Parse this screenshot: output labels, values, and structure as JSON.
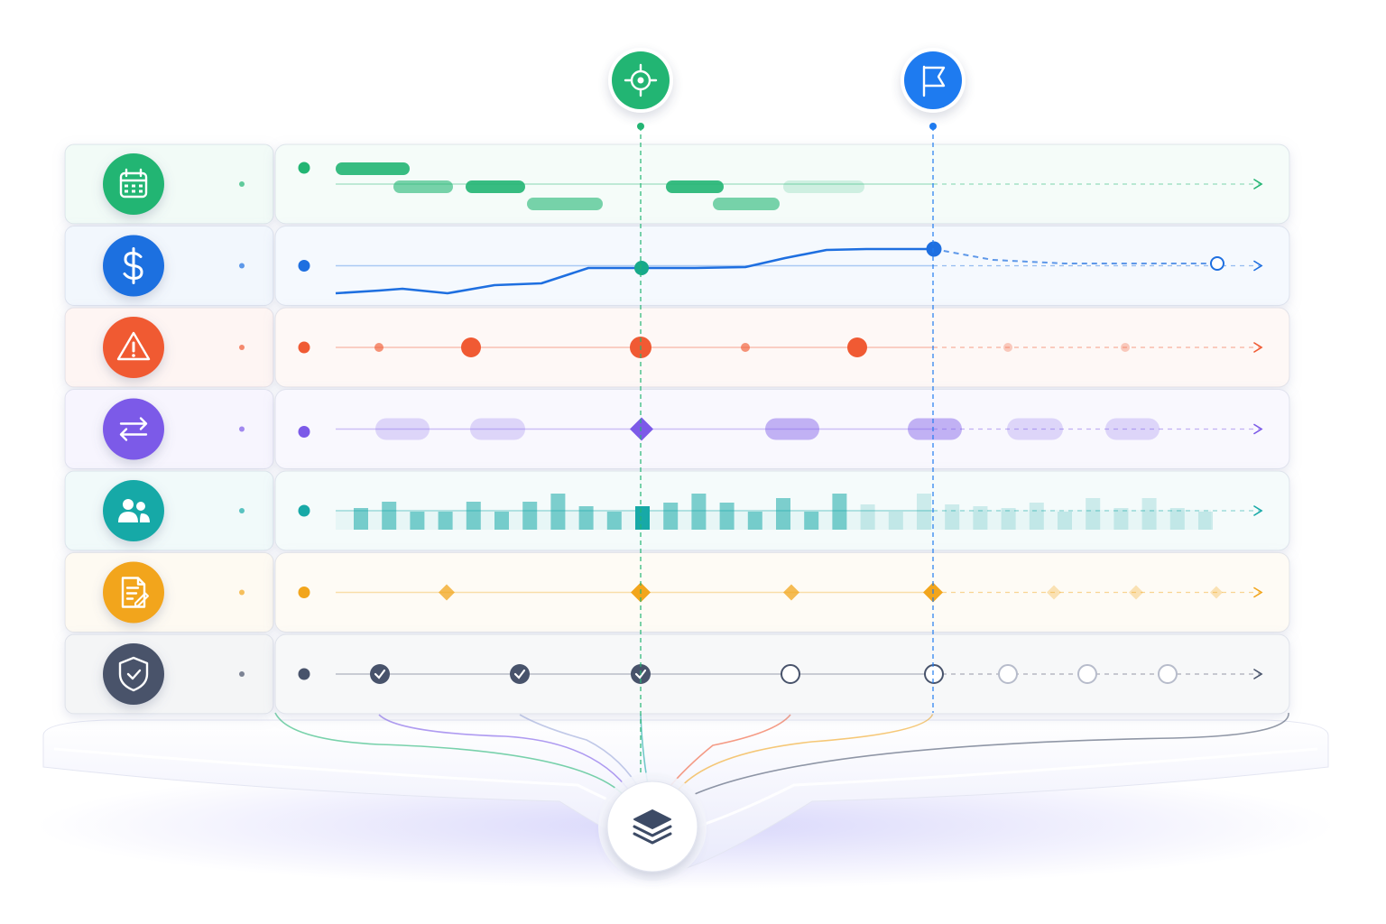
{
  "lanes": [
    {
      "key": "schedule",
      "icon": "calendar-icon",
      "color": "#22b573",
      "kind": "gantt",
      "bars": [
        [
          372,
          454
        ],
        [
          436,
          502
        ],
        [
          516,
          582
        ],
        [
          584,
          668
        ],
        [
          738,
          802
        ],
        [
          790,
          864
        ],
        [
          868,
          958
        ]
      ],
      "bar_rows": [
        0,
        1,
        1,
        2,
        1,
        2,
        1
      ]
    },
    {
      "key": "budget",
      "icon": "dollar-icon",
      "color": "#1e6fe0",
      "kind": "line",
      "series": [
        [
          372,
          325
        ],
        [
          420,
          322
        ],
        [
          446,
          320
        ],
        [
          496,
          325
        ],
        [
          548,
          316
        ],
        [
          600,
          314
        ],
        [
          652,
          297
        ],
        [
          712,
          297
        ],
        [
          770,
          297
        ],
        [
          826,
          296
        ],
        [
          870,
          286
        ],
        [
          916,
          277
        ],
        [
          960,
          276
        ],
        [
          1035,
          276
        ]
      ],
      "forecast": [
        [
          1035,
          276
        ],
        [
          1100,
          288
        ],
        [
          1180,
          292
        ],
        [
          1349,
          292
        ]
      ]
    },
    {
      "key": "risk",
      "icon": "warning-icon",
      "color": "#f05a33",
      "kind": "risk",
      "dots": [
        [
          420,
          5
        ],
        [
          522,
          11
        ],
        [
          710,
          12
        ],
        [
          826,
          5
        ],
        [
          950,
          11
        ],
        [
          1117,
          5
        ],
        [
          1247,
          5
        ]
      ]
    },
    {
      "key": "transfers",
      "icon": "swap-icon",
      "color": "#7c5ae8",
      "kind": "pills",
      "pills": [
        [
          416,
          476
        ],
        [
          521,
          582
        ],
        [
          848,
          908
        ],
        [
          1006,
          1066
        ],
        [
          1116,
          1178
        ],
        [
          1225,
          1285
        ]
      ]
    },
    {
      "key": "people",
      "icon": "people-icon",
      "color": "#17a9a7",
      "kind": "bars",
      "values": [
        24,
        31,
        20,
        20,
        31,
        20,
        31,
        40,
        26,
        20,
        26,
        30,
        40,
        30,
        20,
        35,
        20,
        40,
        28,
        20,
        40,
        28,
        26,
        24,
        30,
        20,
        35,
        24,
        35,
        24,
        20
      ]
    },
    {
      "key": "documents",
      "icon": "document-icon",
      "color": "#f2a51c",
      "kind": "diamonds",
      "diamonds": [
        [
          495,
          9
        ],
        [
          710,
          11
        ],
        [
          877,
          9
        ],
        [
          1034,
          11
        ],
        [
          1168,
          8
        ],
        [
          1259,
          8
        ],
        [
          1348,
          7
        ]
      ]
    },
    {
      "key": "security",
      "icon": "shield-check-icon",
      "color": "#48536b",
      "kind": "checks",
      "states": [
        [
          421,
          "done"
        ],
        [
          576,
          "done"
        ],
        [
          710,
          "done"
        ],
        [
          876,
          "open"
        ],
        [
          1035,
          "open"
        ],
        [
          1117,
          "pending"
        ],
        [
          1205,
          "pending"
        ],
        [
          1294,
          "pending"
        ]
      ]
    }
  ],
  "markers": [
    {
      "icon": "target-icon",
      "color": "#22b573",
      "x": 710
    },
    {
      "icon": "flag-icon",
      "color": "#1e7bf0",
      "x": 1034
    }
  ],
  "hub": {
    "icon": "layers-icon",
    "color": "#3d4b66"
  }
}
